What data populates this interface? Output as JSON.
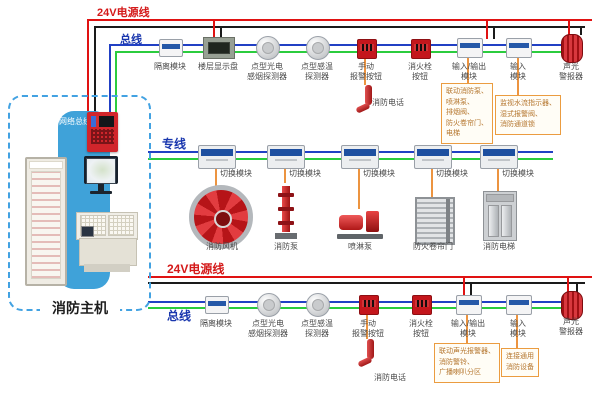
{
  "host": {
    "network_bus": "网络总线",
    "title": "消防主机"
  },
  "top": {
    "power_label": "24V电源线",
    "bus_label": "总线",
    "devices": {
      "isolation": "隔离模块",
      "floor_display": "楼层显示盘",
      "smoke_detector": "点型光电\n感烟探测器",
      "heat_detector": "点型感温\n探测器",
      "manual_button": "手动\n报警按钮",
      "hydrant_button": "消火栓\n按钮",
      "io_module": "输入/输出\n模块",
      "input_module": "输入\n模块",
      "sounder": "声光\n警报器",
      "phone": "消防电话"
    },
    "notes": {
      "io_note": "联动消防泵、\n喷淋泵、\n排烟阀、\n防火卷帘门、\n电梯",
      "input_note": "监视水流指示器、\n湿式报警阀、\n消防通道锁"
    }
  },
  "middle": {
    "line_label": "专线",
    "switch_module": "切换模块",
    "devices": {
      "fan": "消防风机",
      "fire_pump": "消防泵",
      "spray_pump": "喷淋泵",
      "roll_door": "防火卷帘门",
      "elevator": "消防电梯"
    }
  },
  "bottom": {
    "power_label": "24V电源线",
    "bus_label": "总线",
    "devices": {
      "isolation": "隔离模块",
      "smoke_detector": "点型光电\n感烟探测器",
      "heat_detector": "点型感温\n探测器",
      "manual_button": "手动\n报警按钮",
      "hydrant_button": "消火栓\n按钮",
      "io_module": "输入/输出\n模块",
      "input_module": "输入\n模块",
      "sounder": "声光\n警报器",
      "phone": "消防电话"
    },
    "notes": {
      "io_note": "联动声光报警器、\n消防警铃、\n广播喇叭分区",
      "input_note": "连接通用\n消防设备"
    }
  },
  "colors": {
    "power_line": "#e01212",
    "neutral_line": "#1a1a1a",
    "bus_blue": "#2140c4",
    "bus_green": "#2bcc3e",
    "connector": "#ec9440",
    "note_border": "#eb9c40",
    "dashed_border": "#42a2e2",
    "banner_blue": "#3fa2d9",
    "device_red": "#c4161c"
  }
}
